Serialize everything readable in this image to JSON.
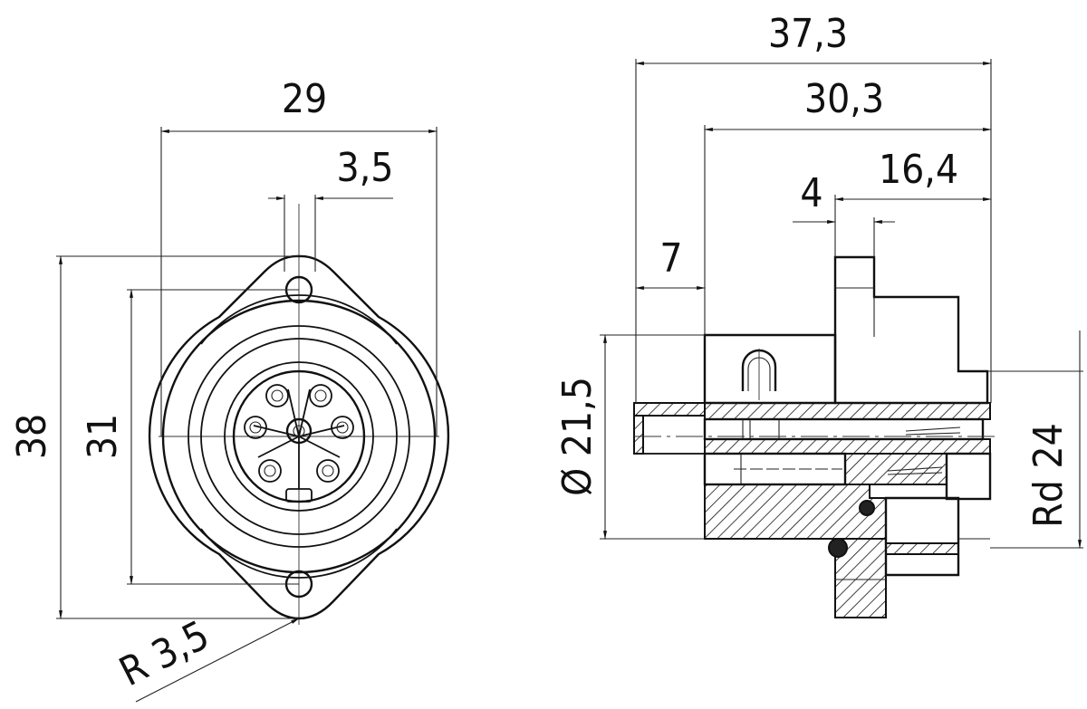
{
  "front_view": {
    "dim_width": "29",
    "dim_hole_offset": "3,5",
    "dim_height": "38",
    "dim_hole_spacing": "31",
    "dim_radius": "R 3,5"
  },
  "side_view": {
    "dim_total_length": "37,3",
    "dim_body_length": "30,3",
    "dim_rear_length": "16,4",
    "dim_flange_thickness": "4",
    "dim_front_length": "7",
    "dim_diameter": "Ø 21,5",
    "dim_thread": "Rd 24"
  },
  "colors": {
    "line": "#111111",
    "background": "#ffffff"
  }
}
